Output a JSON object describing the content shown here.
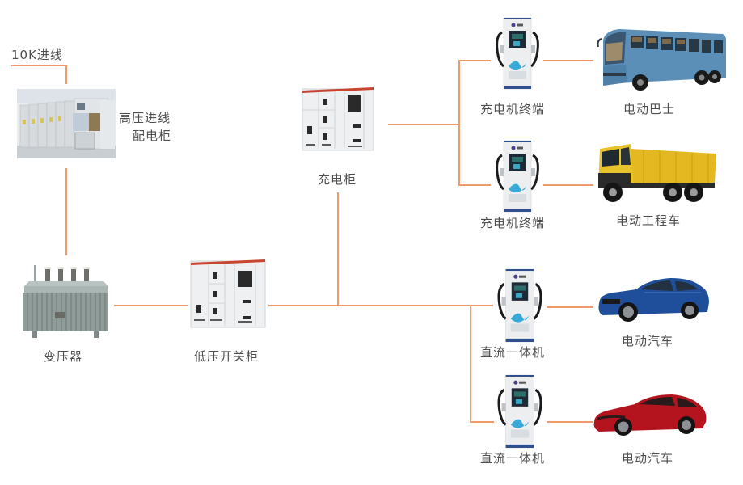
{
  "colors": {
    "connector": "#ee9a6a",
    "label_text": "#4d4d4d",
    "charger_accent": "#2f4f8f",
    "bus_body": "#5b8fb8",
    "truck_body": "#e3b820",
    "car_blue": "#1f4f9a",
    "car_red": "#b3141e"
  },
  "diagram": {
    "title_input": "10K进线",
    "nodes": {
      "hv_cabinet": {
        "label_line1": "高压进线",
        "label_line2": "配电柜",
        "icon": "hv-switchgear-icon"
      },
      "transformer": {
        "label": "变压器",
        "icon": "transformer-icon"
      },
      "lv_cabinet": {
        "label": "低压开关柜",
        "icon": "lv-switchgear-icon"
      },
      "charging_cabinet": {
        "label": "充电柜",
        "icon": "charging-cabinet-icon"
      },
      "terminal_1": {
        "label": "充电机终端",
        "icon": "charger-terminal-icon"
      },
      "terminal_2": {
        "label": "充电机终端",
        "icon": "charger-terminal-icon"
      },
      "dc_unit_1": {
        "label": "直流一体机",
        "icon": "dc-charger-icon"
      },
      "dc_unit_2": {
        "label": "直流一体机",
        "icon": "dc-charger-icon"
      },
      "bus": {
        "label": "电动巴士",
        "icon": "bus-icon"
      },
      "truck": {
        "label": "电动工程车",
        "icon": "dump-truck-icon"
      },
      "car_1": {
        "label": "电动汽车",
        "icon": "car-icon"
      },
      "car_2": {
        "label": "电动汽车",
        "icon": "car-icon"
      }
    },
    "edges": [
      [
        "10K进线",
        "高压进线配电柜"
      ],
      [
        "高压进线配电柜",
        "变压器"
      ],
      [
        "变压器",
        "低压开关柜"
      ],
      [
        "低压开关柜",
        "充电柜"
      ],
      [
        "低压开关柜",
        "直流一体机"
      ],
      [
        "充电柜",
        "充电机终端"
      ],
      [
        "充电机终端",
        "电动巴士"
      ],
      [
        "充电机终端",
        "电动工程车"
      ],
      [
        "直流一体机",
        "电动汽车"
      ]
    ]
  }
}
